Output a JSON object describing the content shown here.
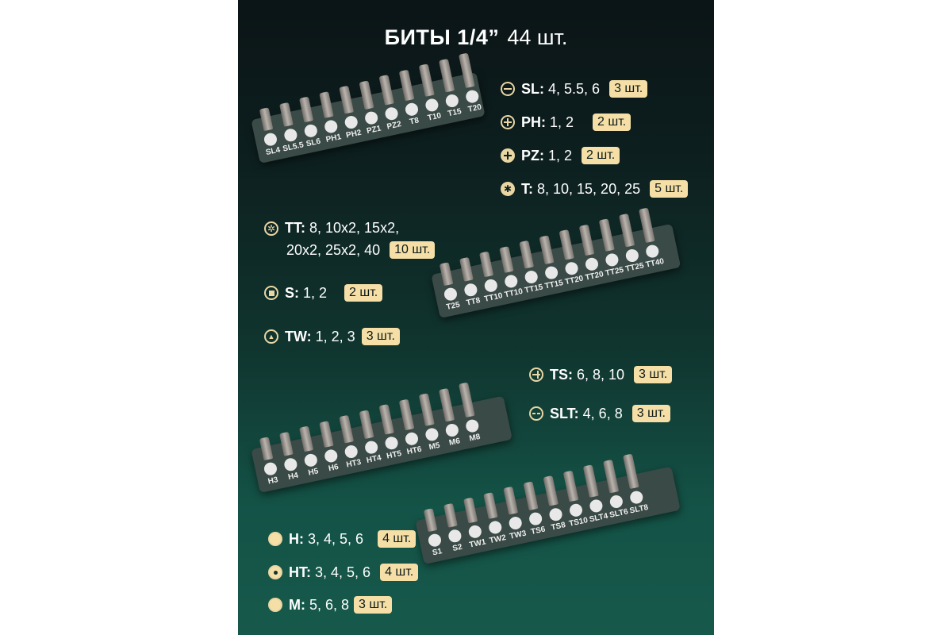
{
  "title": {
    "main": "БИТЫ 1/4”",
    "count": "44 шт."
  },
  "legend": [
    {
      "id": "sl",
      "icon": "slot-icon",
      "code": "SL:",
      "values": "4, 5.5, 6",
      "badge": "3 шт."
    },
    {
      "id": "ph",
      "icon": "phillips-icon",
      "code": "PH:",
      "values": "1, 2",
      "badge": "2 шт."
    },
    {
      "id": "pz",
      "icon": "pozidriv-icon",
      "code": "PZ:",
      "values": "1, 2",
      "badge": "2 шт."
    },
    {
      "id": "t",
      "icon": "torx-icon",
      "code": "T:",
      "values": "8, 10, 15, 20, 25",
      "badge": "5 шт."
    },
    {
      "id": "tt",
      "icon": "torx-tamper-icon",
      "code": "TT:",
      "values": "8, 10x2, 15x2,",
      "values2": "20x2, 25x2, 40",
      "badge": "10 шт."
    },
    {
      "id": "s",
      "icon": "square-icon",
      "code": "S:",
      "values": "1, 2",
      "badge": "2 шт."
    },
    {
      "id": "tw",
      "icon": "triwing-icon",
      "code": "TW:",
      "values": "1, 2, 3",
      "badge": "3 шт."
    },
    {
      "id": "ts",
      "icon": "torq-set-icon",
      "code": "TS:",
      "values": "6, 8, 10",
      "badge": "3 шт."
    },
    {
      "id": "slt",
      "icon": "spanner-icon",
      "code": "SLT:",
      "values": "4, 6, 8",
      "badge": "3 шт."
    },
    {
      "id": "h",
      "icon": "hex-icon",
      "code": "H:",
      "values": "3, 4, 5, 6",
      "badge": "4 шт."
    },
    {
      "id": "ht",
      "icon": "hex-tamper-icon",
      "code": "HT:",
      "values": "3, 4, 5, 6",
      "badge": "4 шт."
    },
    {
      "id": "m",
      "icon": "xzn-icon",
      "code": "M:",
      "values": "5, 6, 8",
      "badge": "3 шт."
    }
  ],
  "holders": [
    {
      "labels": [
        "SL4",
        "SL5.5",
        "SL6",
        "PH1",
        "PH2",
        "PZ1",
        "PZ2",
        "T8",
        "T10",
        "T15",
        "T20"
      ]
    },
    {
      "labels": [
        "T25",
        "TT8",
        "TT10",
        "TT10",
        "TT15",
        "TT15",
        "TT20",
        "TT20",
        "TT25",
        "TT25",
        "TT40"
      ]
    },
    {
      "labels": [
        "H3",
        "H4",
        "H5",
        "H6",
        "HT3",
        "HT4",
        "HT5",
        "HT6",
        "M5",
        "M6",
        "M8"
      ]
    },
    {
      "labels": [
        "S1",
        "S2",
        "TW1",
        "TW2",
        "TW3",
        "TS6",
        "TS8",
        "TS10",
        "SLT4",
        "SLT6",
        "SLT8"
      ]
    }
  ],
  "colors": {
    "accent": "#f5dfa6",
    "icon_ring": "#e9d6a3",
    "bg_top": "#0b1416",
    "bg_bottom": "#16594b"
  }
}
